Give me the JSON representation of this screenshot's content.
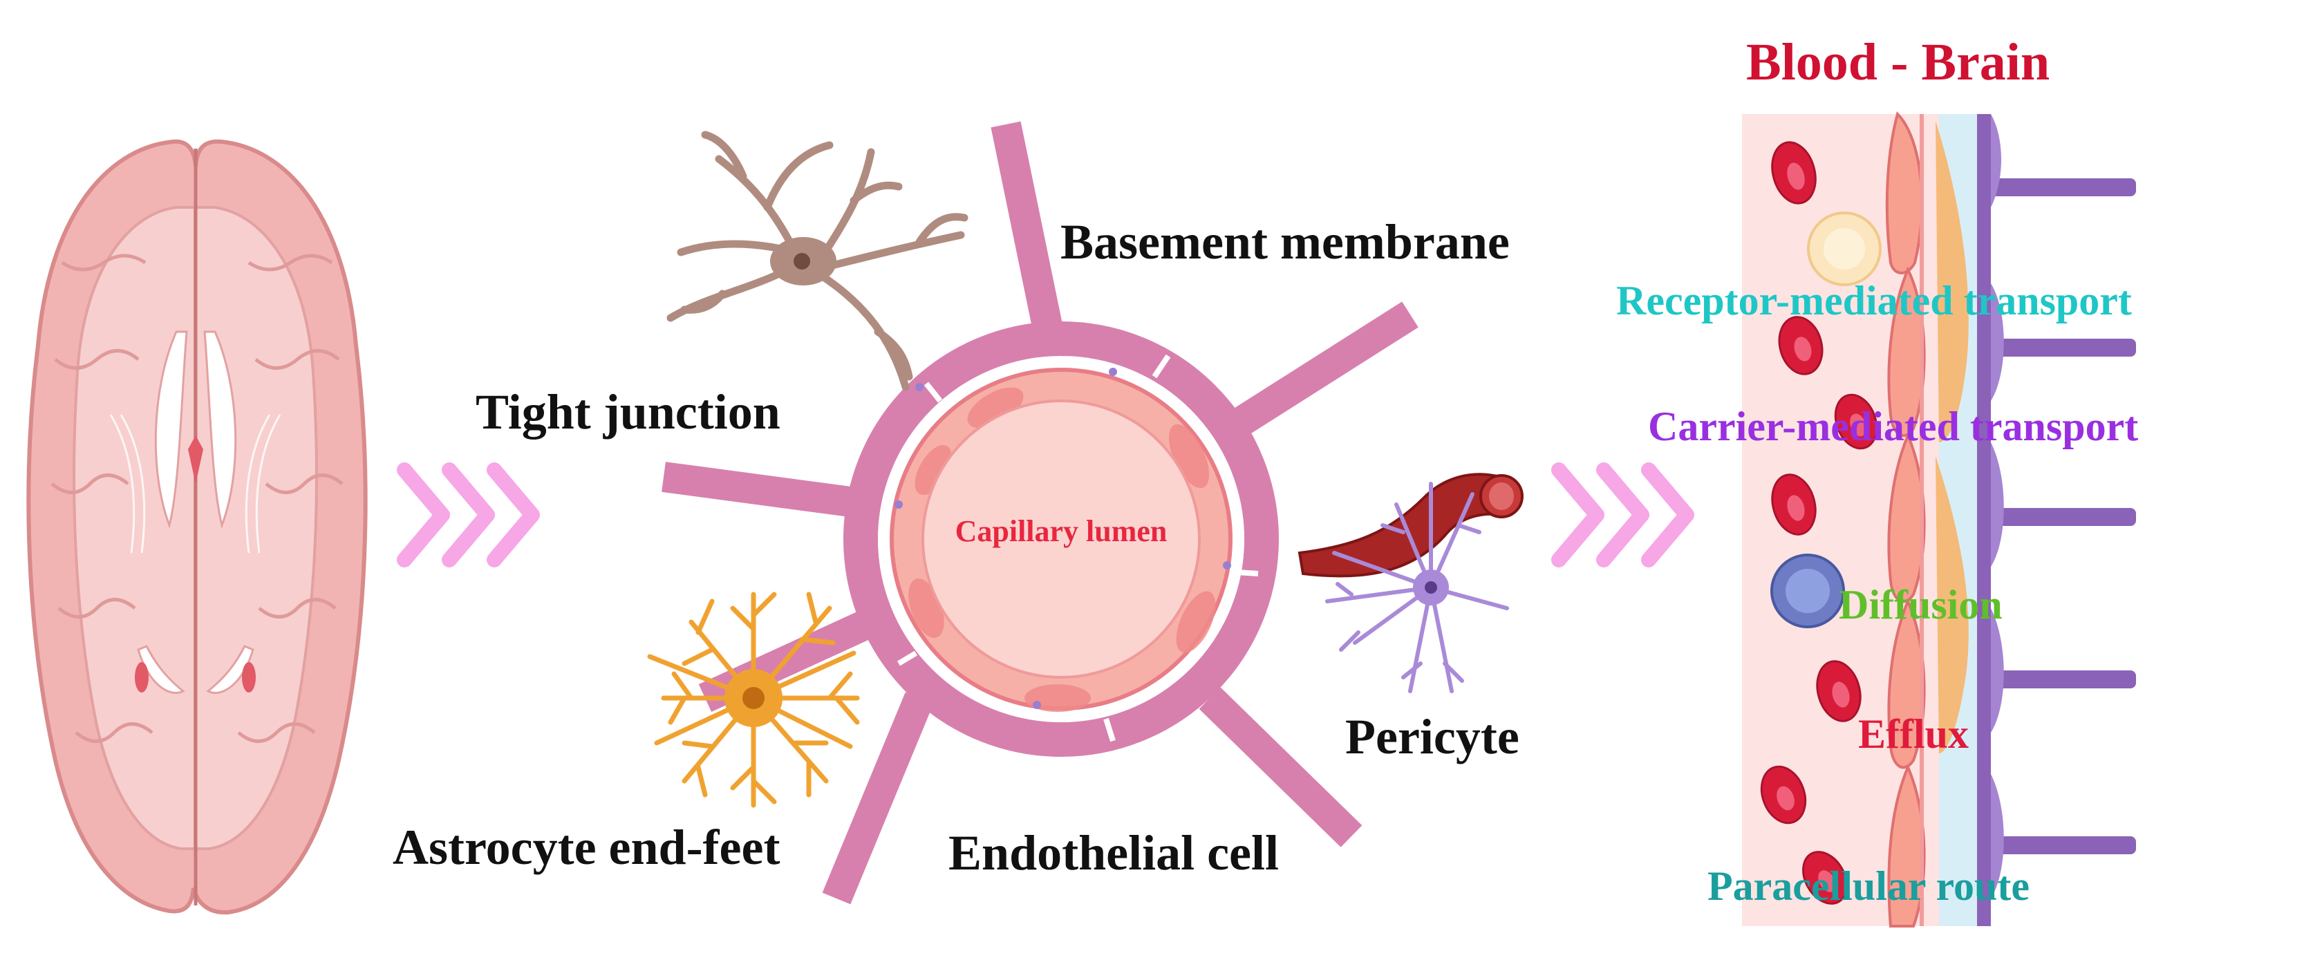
{
  "labels": {
    "tight_junction": "Tight junction",
    "basement_membrane": "Basement membrane",
    "capillary_lumen": "Capillary lumen",
    "astrocyte_end_feet": "Astrocyte end-feet",
    "endothelial_cell": "Endothelial cell",
    "pericyte": "Pericyte"
  },
  "barrier": {
    "title": "Blood - Brain",
    "routes": [
      {
        "label": "Receptor-mediated transport",
        "color": "#1fc6c6"
      },
      {
        "label": "Carrier-mediated transport",
        "color": "#9a2fe0"
      },
      {
        "label": "Diffusion",
        "color": "#5fbf2a"
      },
      {
        "label": "Efflux",
        "color": "#e01b3c"
      },
      {
        "label": "Paracellular route",
        "color": "#1a9e9e"
      }
    ]
  },
  "colors": {
    "title_red": "#d01131",
    "label_black": "#111111",
    "lumen_text": "#e8273f",
    "capillary_wall": "#d780ad",
    "brain": "#f2b3b3",
    "arrow_pink": "#f7a6e6",
    "astrocyte": "#f0a230",
    "pericyte_cell": "#a98ad8",
    "neuron": "#b08c80",
    "red_blood_cell": "#d91b3a",
    "endothelial": "#f7a090",
    "astro_foot": "#8a62b8"
  },
  "icons": [
    "brain-icon",
    "chevron-arrows-icon",
    "neuron-icon",
    "astrocyte-icon",
    "pericyte-icon",
    "blood-vessel-icon",
    "red-blood-cell-icon"
  ]
}
